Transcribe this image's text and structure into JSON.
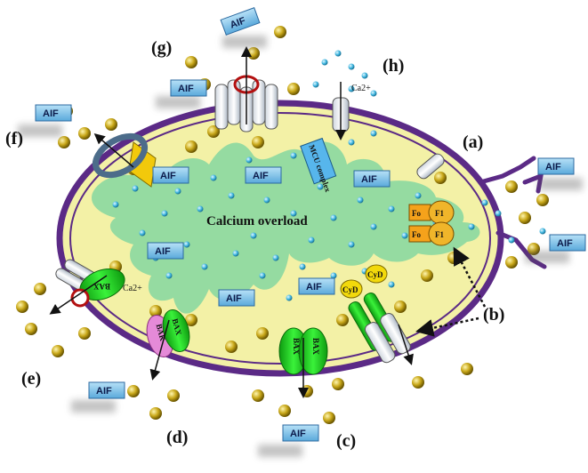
{
  "labels": {
    "a": "(a)",
    "b": "(b)",
    "c": "(c)",
    "d": "(d)",
    "e": "(e)",
    "f": "(f)",
    "g": "(g)",
    "h": "(h)"
  },
  "center_text": "Calcium overload",
  "aif_text": "AIF",
  "ca_text": "Ca2+",
  "ca_short": "Ca",
  "ca_sup": "2+",
  "mcu_text": "MCU complex",
  "cyd_text": "CyD",
  "fo_text": "Fo",
  "f1_text": "F1",
  "bax_text": "BAX",
  "bak_text": "BAK",
  "colors": {
    "membrane": "#5b2a86",
    "matrix": "#f3f1a6",
    "overload": "#8fd9a0",
    "aif_box": "#7fc4ea",
    "ion_blue": "#3fb6e0",
    "ion_gold": "#c9a81a",
    "bax_green": "#22d61e",
    "bak_pink": "#e58ad8"
  }
}
